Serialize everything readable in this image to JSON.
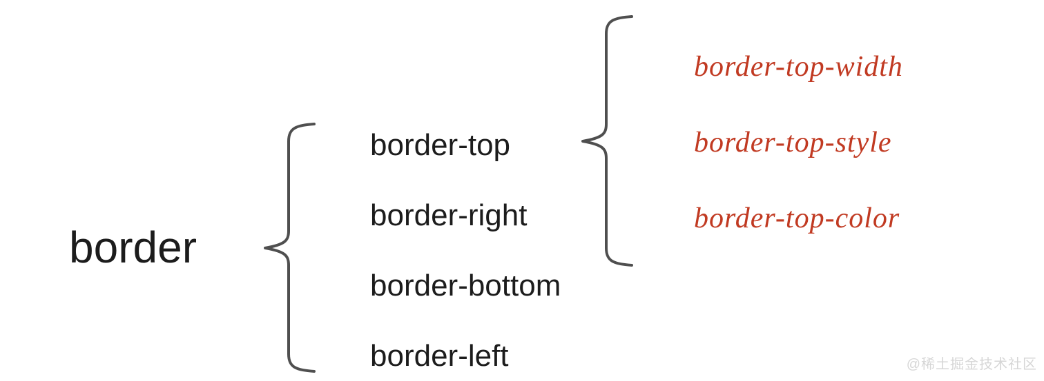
{
  "tree": {
    "root": {
      "label": "border"
    },
    "children": [
      {
        "label": "border-top"
      },
      {
        "label": "border-right"
      },
      {
        "label": "border-bottom"
      },
      {
        "label": "border-left"
      }
    ],
    "grandchildren": [
      {
        "label": "border-top-width"
      },
      {
        "label": "border-top-style"
      },
      {
        "label": "border-top-color"
      }
    ]
  },
  "watermark": {
    "text": "@稀土掘金技术社区"
  },
  "colors": {
    "background": "#ffffff",
    "text_black": "#1c1c1c",
    "handwritten_red": "#c13a22",
    "brace_gray": "#4f4f4f",
    "watermark_gray": "#d6d6d6"
  }
}
